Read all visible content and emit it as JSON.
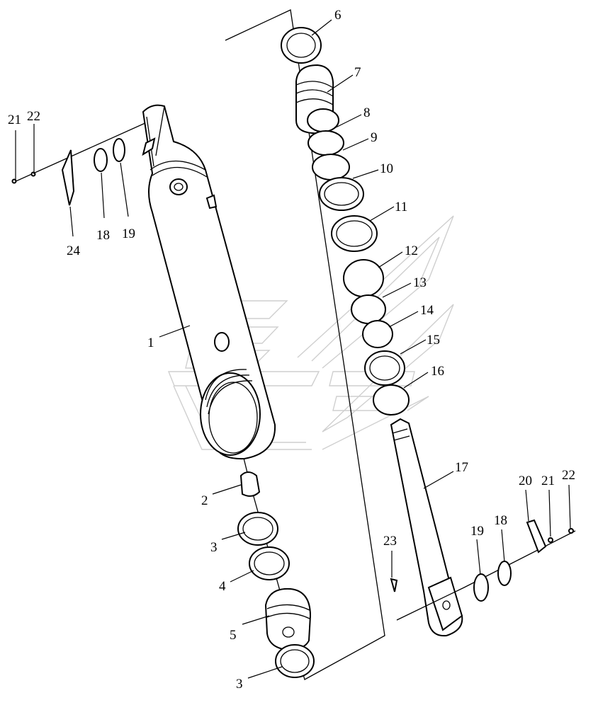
{
  "callouts": [
    {
      "id": "c1",
      "text": "1"
    },
    {
      "id": "c2",
      "text": "2"
    },
    {
      "id": "c3a",
      "text": "3"
    },
    {
      "id": "c3b",
      "text": "3"
    },
    {
      "id": "c4",
      "text": "4"
    },
    {
      "id": "c5",
      "text": "5"
    },
    {
      "id": "c6",
      "text": "6"
    },
    {
      "id": "c7",
      "text": "7"
    },
    {
      "id": "c8",
      "text": "8"
    },
    {
      "id": "c9",
      "text": "9"
    },
    {
      "id": "c10",
      "text": "10"
    },
    {
      "id": "c11",
      "text": "11"
    },
    {
      "id": "c12",
      "text": "12"
    },
    {
      "id": "c13",
      "text": "13"
    },
    {
      "id": "c14",
      "text": "14"
    },
    {
      "id": "c15",
      "text": "15"
    },
    {
      "id": "c16",
      "text": "16"
    },
    {
      "id": "c17",
      "text": "17"
    },
    {
      "id": "c18a",
      "text": "18"
    },
    {
      "id": "c18b",
      "text": "18"
    },
    {
      "id": "c19a",
      "text": "19"
    },
    {
      "id": "c19b",
      "text": "19"
    },
    {
      "id": "c20",
      "text": "20"
    },
    {
      "id": "c21a",
      "text": "21"
    },
    {
      "id": "c21b",
      "text": "21"
    },
    {
      "id": "c22a",
      "text": "22"
    },
    {
      "id": "c22b",
      "text": "22"
    },
    {
      "id": "c23",
      "text": "23"
    },
    {
      "id": "c24",
      "text": "24"
    }
  ]
}
